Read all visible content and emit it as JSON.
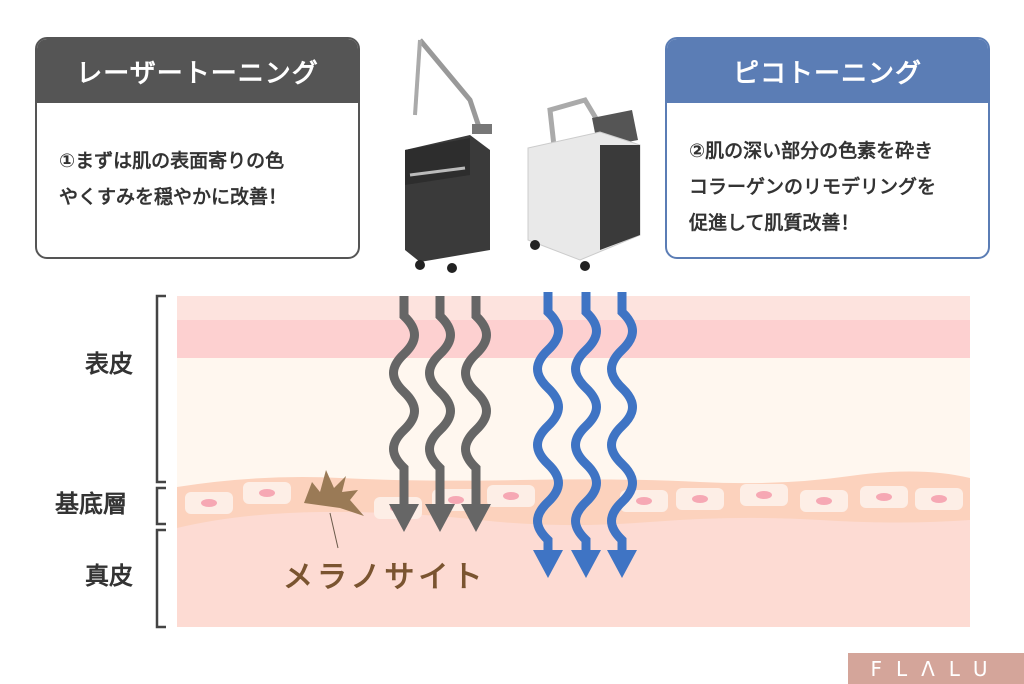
{
  "left_box": {
    "title": "レーザートーニング",
    "lines": [
      "①まずは肌の表面寄りの色",
      "やくすみを穏やかに改善！"
    ],
    "color": "#555555"
  },
  "right_box": {
    "title": "ピコトーニング",
    "lines": [
      "②肌の深い部分の色素を砕き",
      "コラーゲンのリモデリングを",
      "促進して肌質改善！"
    ],
    "color": "#5b7db5"
  },
  "layers": {
    "epidermis": "表皮",
    "basal": "基底層",
    "dermis": "真皮"
  },
  "melanocyte_label": "メラノサイト",
  "arrows": {
    "laser_color": "#666666",
    "pico_color": "#3f74c4"
  },
  "logo": "FLALU"
}
